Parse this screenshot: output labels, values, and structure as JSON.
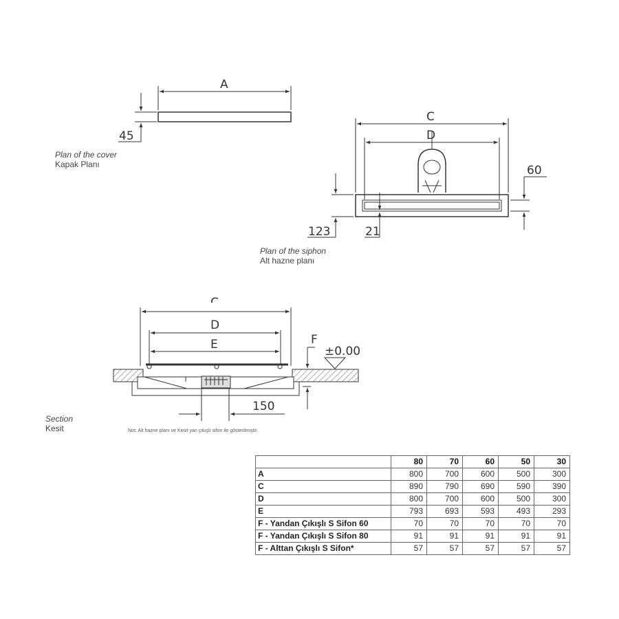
{
  "cover": {
    "dim_a": "A",
    "dim_45": "45",
    "caption_en": "Plan of the cover",
    "caption_tr": "Kapak Planı"
  },
  "siphon": {
    "dim_c": "C",
    "dim_d": "D",
    "dim_60": "60",
    "dim_123": "123",
    "dim_21": "21",
    "caption_en": "Plan of the siphon",
    "caption_tr": "Alt hazne planı"
  },
  "section": {
    "dim_c": "C",
    "dim_d": "D",
    "dim_e": "E",
    "dim_f": "F",
    "level": "±0.00",
    "dim_150": "150",
    "caption_en": "Section",
    "caption_tr": "Kesit",
    "note": "Not: Alt hazne planı ve Kesit  yan çıkışlı sifon ile gösterilmiştir."
  },
  "table": {
    "headers": [
      "",
      "80",
      "70",
      "60",
      "50",
      "30"
    ],
    "rows": [
      {
        "label": "A",
        "values": [
          "800",
          "700",
          "600",
          "500",
          "300"
        ]
      },
      {
        "label": "C",
        "values": [
          "890",
          "790",
          "690",
          "590",
          "390"
        ]
      },
      {
        "label": "D",
        "values": [
          "800",
          "700",
          "600",
          "500",
          "300"
        ]
      },
      {
        "label": "E",
        "values": [
          "793",
          "693",
          "593",
          "493",
          "293"
        ]
      },
      {
        "label": "F - Yandan Çıkışlı S Sifon 60",
        "values": [
          "70",
          "70",
          "70",
          "70",
          "70"
        ]
      },
      {
        "label": "F - Yandan Çıkışlı S Sifon 80",
        "values": [
          "91",
          "91",
          "91",
          "91",
          "91"
        ]
      },
      {
        "label": "F - Alttan Çıkışlı S Sifon*",
        "values": [
          "57",
          "57",
          "57",
          "57",
          "57"
        ]
      }
    ]
  }
}
